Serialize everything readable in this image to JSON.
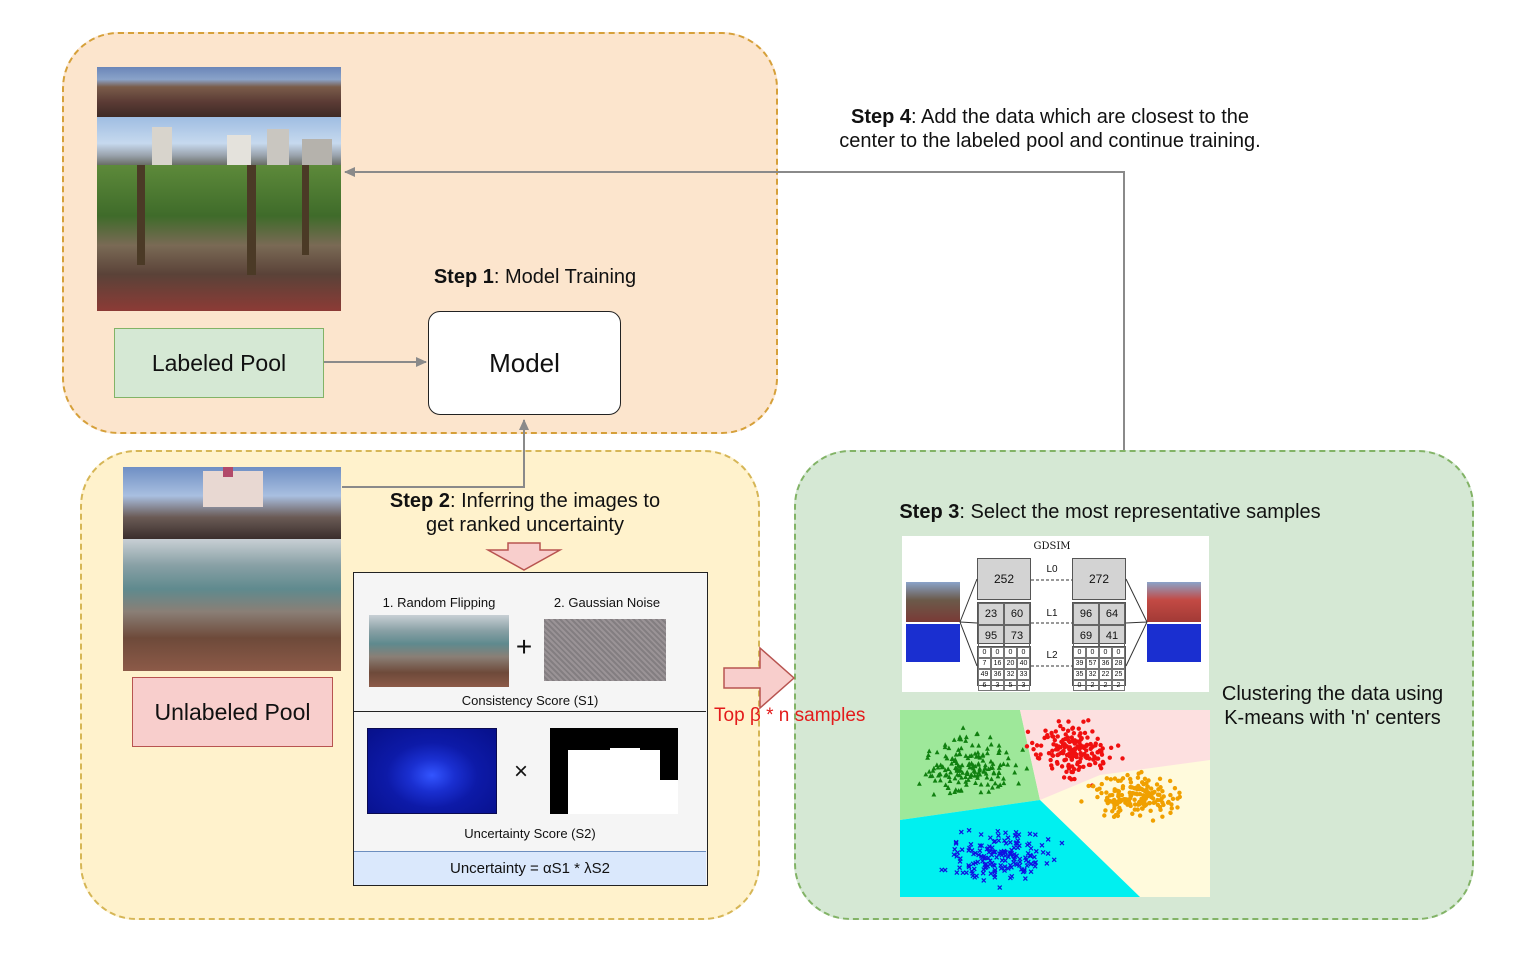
{
  "step1": {
    "label_bold": "Step 1",
    "label_rest": ": Model Training"
  },
  "step2": {
    "label_bold": "Step 2",
    "label_rest": ": Inferring the images to",
    "line2": "get ranked uncertainty"
  },
  "step3": {
    "label_bold": "Step 3",
    "label_rest": ": Select the most representative samples"
  },
  "step4": {
    "label_bold": "Step 4",
    "label_rest": ": Add the data which are closest to the",
    "line2": "center to the labeled pool and continue training."
  },
  "labeled_pool": "Labeled Pool",
  "unlabeled_pool": "Unlabeled Pool",
  "model": "Model",
  "random_flipping": "1. Random Flipping",
  "gaussian_noise": "2. Gaussian Noise",
  "plus_symbol": "+",
  "times_symbol": "×",
  "consistency_score": "Consistency Score (S1)",
  "uncertainty_score": "Uncertainty Score (S2)",
  "uncertainty_formula": "Uncertainty = αS1 * λS2",
  "top_samples": "Top β * n samples",
  "clustering": {
    "line1": "Clustering the data using",
    "line2": "K-means with 'n' centers"
  },
  "gdsim": {
    "title": "GDSIM",
    "left_l0": "252",
    "right_l0": "272",
    "left_l1": [
      "23",
      "60",
      "95",
      "73"
    ],
    "right_l1": [
      "96",
      "64",
      "69",
      "41"
    ],
    "level_labels": [
      "L0",
      "L1",
      "L2"
    ],
    "left_l2": [
      "0",
      "0",
      "0",
      "0",
      "7",
      "16",
      "20",
      "40",
      "49",
      "36",
      "32",
      "33",
      "6",
      "3",
      "5",
      "3"
    ],
    "right_l2": [
      "0",
      "0",
      "0",
      "0",
      "39",
      "57",
      "36",
      "28",
      "35",
      "32",
      "22",
      "25",
      "0",
      "2",
      "2",
      "2"
    ]
  },
  "colors": {
    "step1_bg": "#fce5cd",
    "step1_border": "#d6a03a",
    "step2_bg": "#fff2cc",
    "step2_border": "#d6b656",
    "step3_bg": "#d5e8d4",
    "step3_border": "#82b366",
    "labeled_bg": "#d5e8d4",
    "labeled_border": "#82b366",
    "unlabeled_bg": "#f8cecc",
    "unlabeled_border": "#b85450",
    "formula_bg": "#dae8fc",
    "formula_border": "#6c8ebf",
    "top_samples": "#e31b1b"
  }
}
